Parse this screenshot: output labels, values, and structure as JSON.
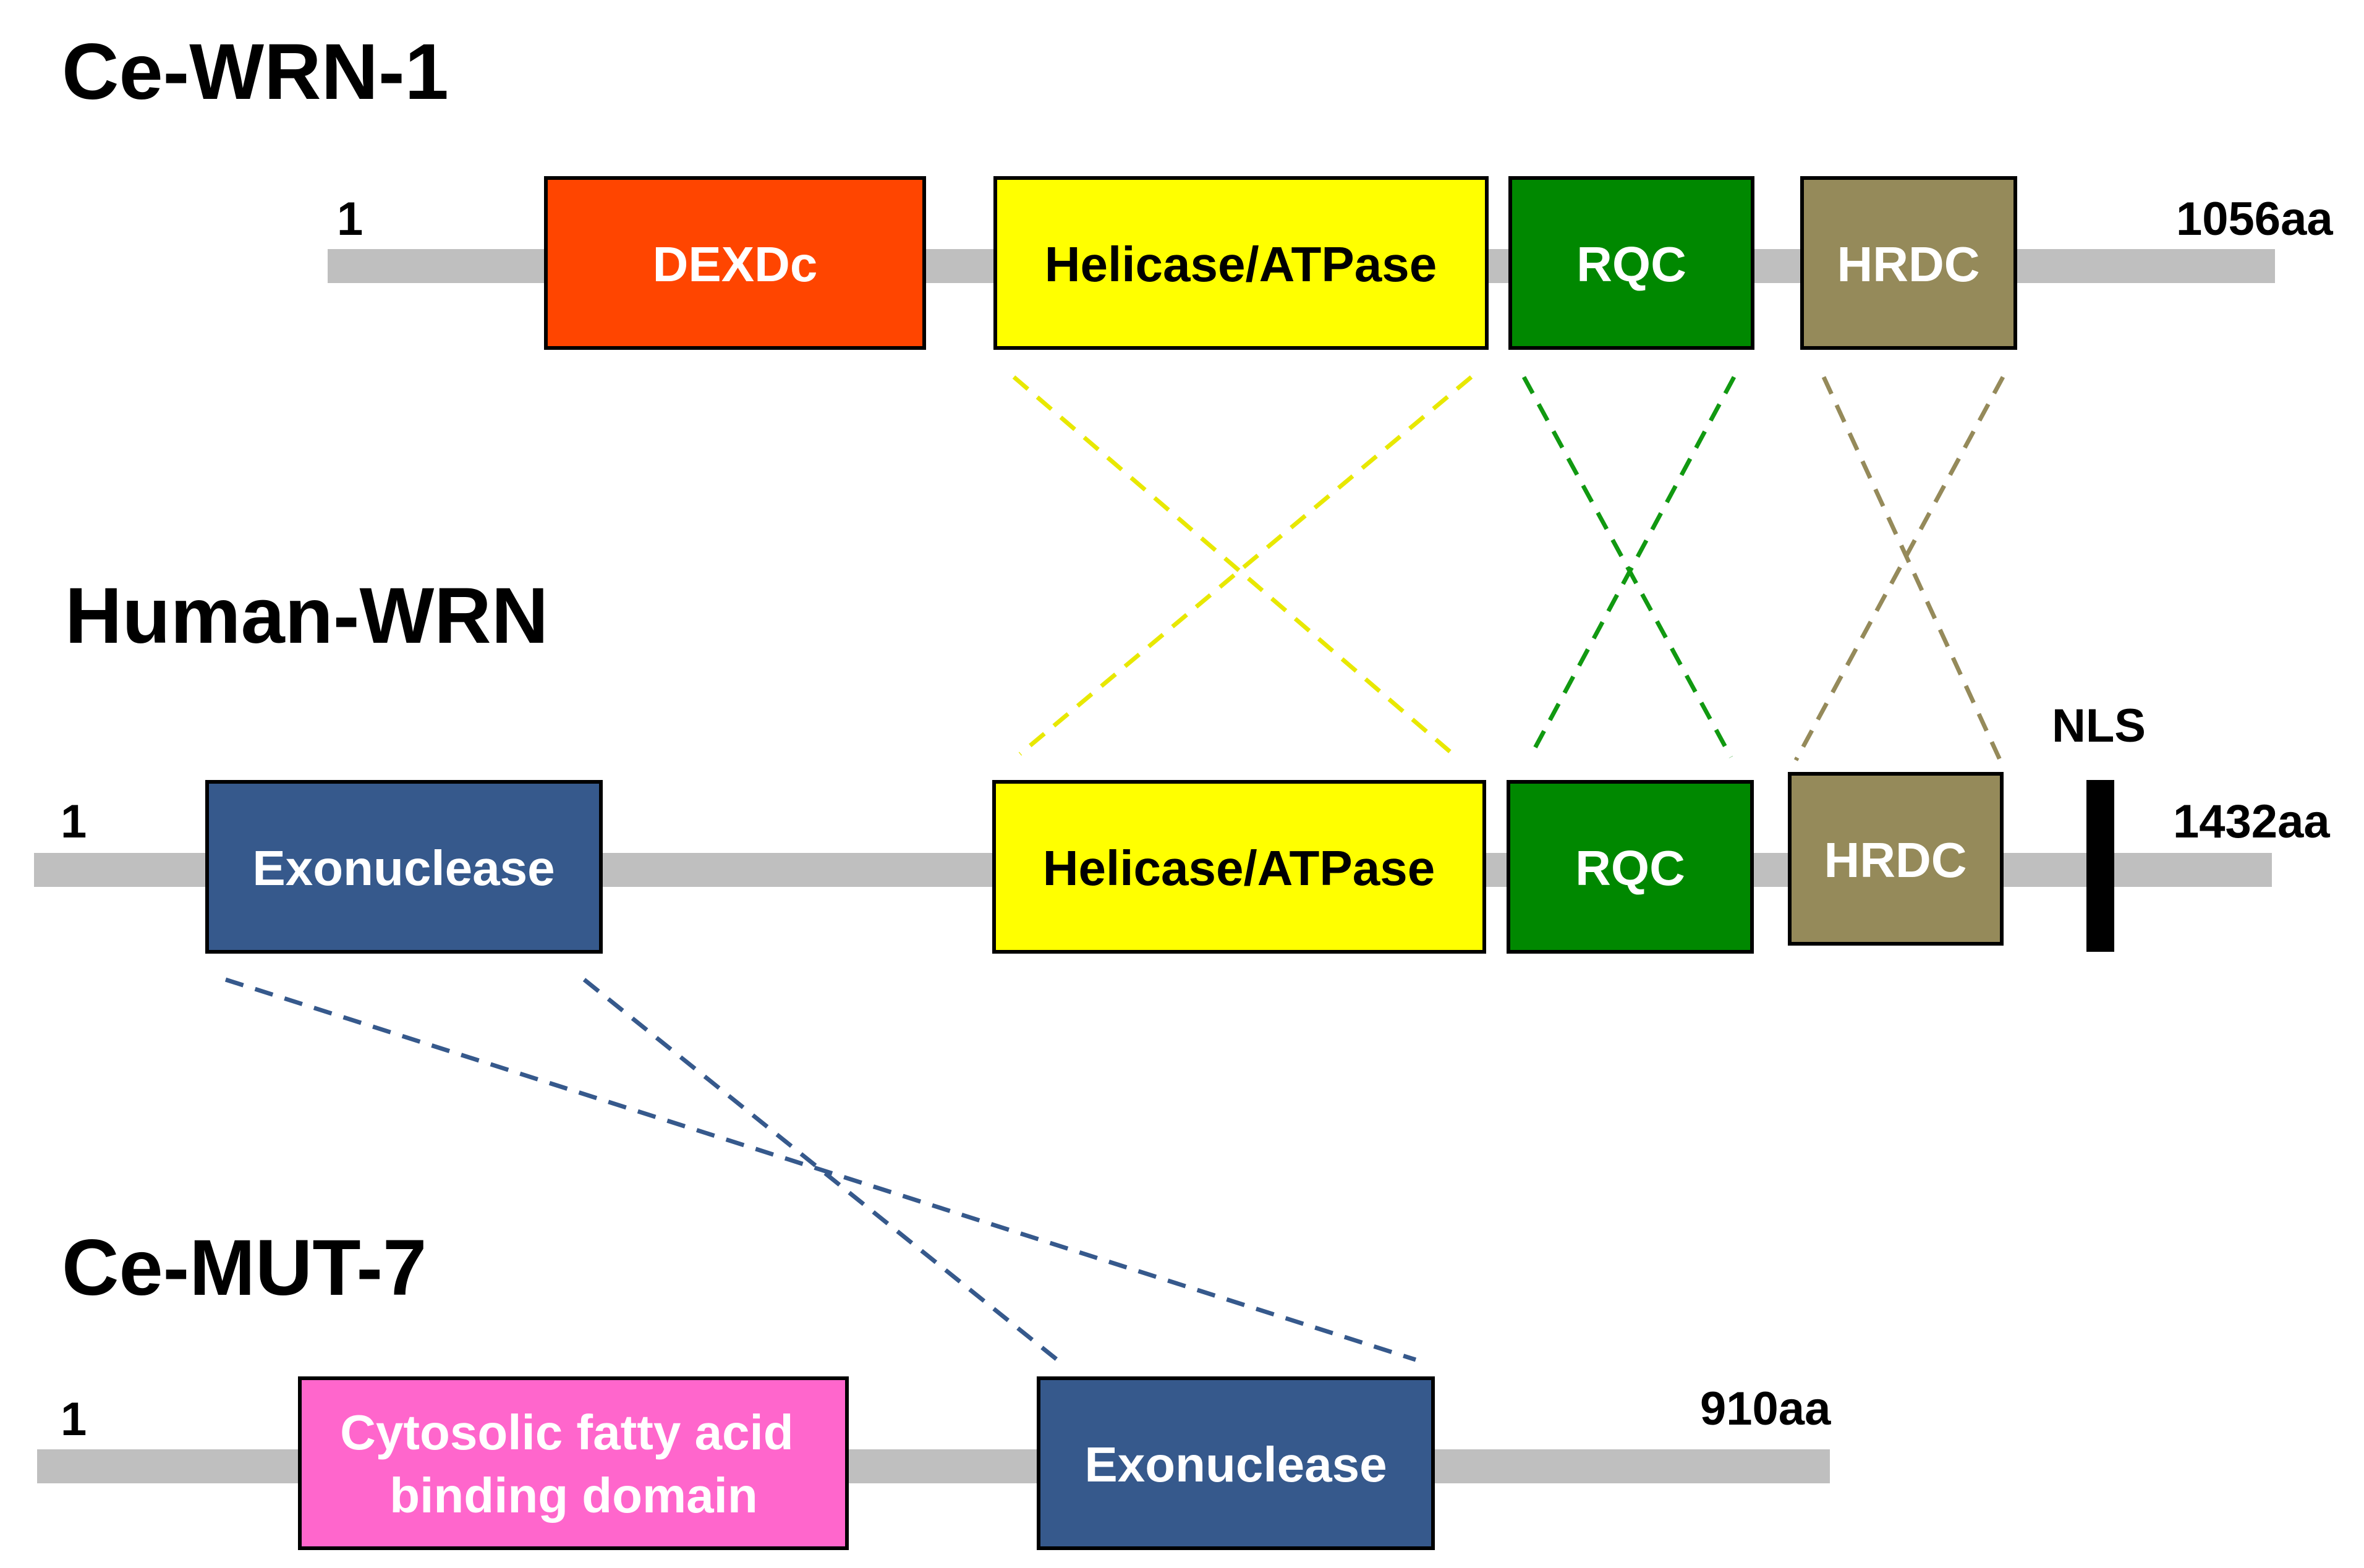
{
  "proteins": {
    "ce_wrn1": {
      "name": "Ce-WRN-1",
      "start": "1",
      "end": "1056aa",
      "domains": {
        "dexdc": {
          "label": "DEXDc",
          "color": "#ff4500",
          "text_color": "#ffffff"
        },
        "helicase": {
          "label": "Helicase/ATPase",
          "color": "#ffff00",
          "text_color": "#000000"
        },
        "rqc": {
          "label": "RQC",
          "color": "#008800",
          "text_color": "#ffffff"
        },
        "hrdc": {
          "label": "HRDC",
          "color": "#958a5a",
          "text_color": "#ffffff"
        }
      }
    },
    "human_wrn": {
      "name": "Human-WRN",
      "start": "1",
      "end": "1432aa",
      "nls": "NLS",
      "domains": {
        "exonuclease": {
          "label": "Exonuclease",
          "color": "#36598c",
          "text_color": "#ffffff"
        },
        "helicase": {
          "label": "Helicase/ATPase",
          "color": "#ffff00",
          "text_color": "#000000"
        },
        "rqc": {
          "label": "RQC",
          "color": "#008800",
          "text_color": "#ffffff"
        },
        "hrdc": {
          "label": "HRDC",
          "color": "#958a5a",
          "text_color": "#ffffff"
        }
      }
    },
    "ce_mut7": {
      "name": "Ce-MUT-7",
      "start": "1",
      "end": "910aa",
      "domains": {
        "fatty_acid": {
          "label_line1": "Cytosolic fatty acid",
          "label_line2": "binding domain",
          "color": "#ff66cc",
          "text_color": "#ffffff"
        },
        "exonuclease": {
          "label": "Exonuclease",
          "color": "#36598c",
          "text_color": "#ffffff"
        }
      }
    }
  },
  "link_colors": {
    "helicase": "#e8e800",
    "rqc": "#119911",
    "hrdc": "#958a5a",
    "exonuclease": "#36598c"
  },
  "colors": {
    "backbone": "#bfbfbf",
    "nls_bar": "#000000"
  }
}
